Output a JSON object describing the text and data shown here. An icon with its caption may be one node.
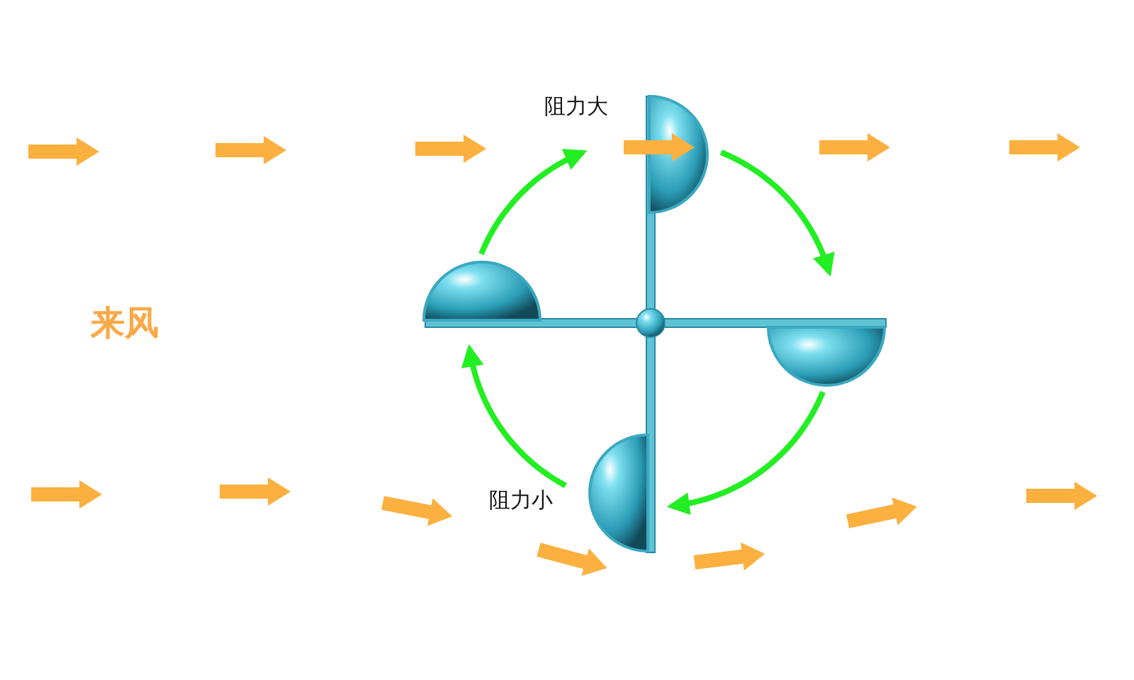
{
  "diagram": {
    "nodes": [
      {
        "text": [],
        "shape": "cup",
        "beside": [
          "阻力大"
        ]
      },
      {
        "text": [],
        "shape": "cup"
      },
      {
        "text": [],
        "shape": "cup"
      },
      {
        "text": [],
        "shape": "cup",
        "beside": [
          "阻力小"
        ]
      }
    ],
    "edges": [
      {
        "from": 1,
        "to": 0,
        "arrow": "to"
      },
      {
        "from": 0,
        "to": 2,
        "arrow": "to"
      },
      {
        "from": 2,
        "to": 3,
        "arrow": "to"
      },
      {
        "from": 3,
        "to": 1,
        "arrow": "to"
      }
    ],
    "labels": [
      "来风"
    ]
  }
}
